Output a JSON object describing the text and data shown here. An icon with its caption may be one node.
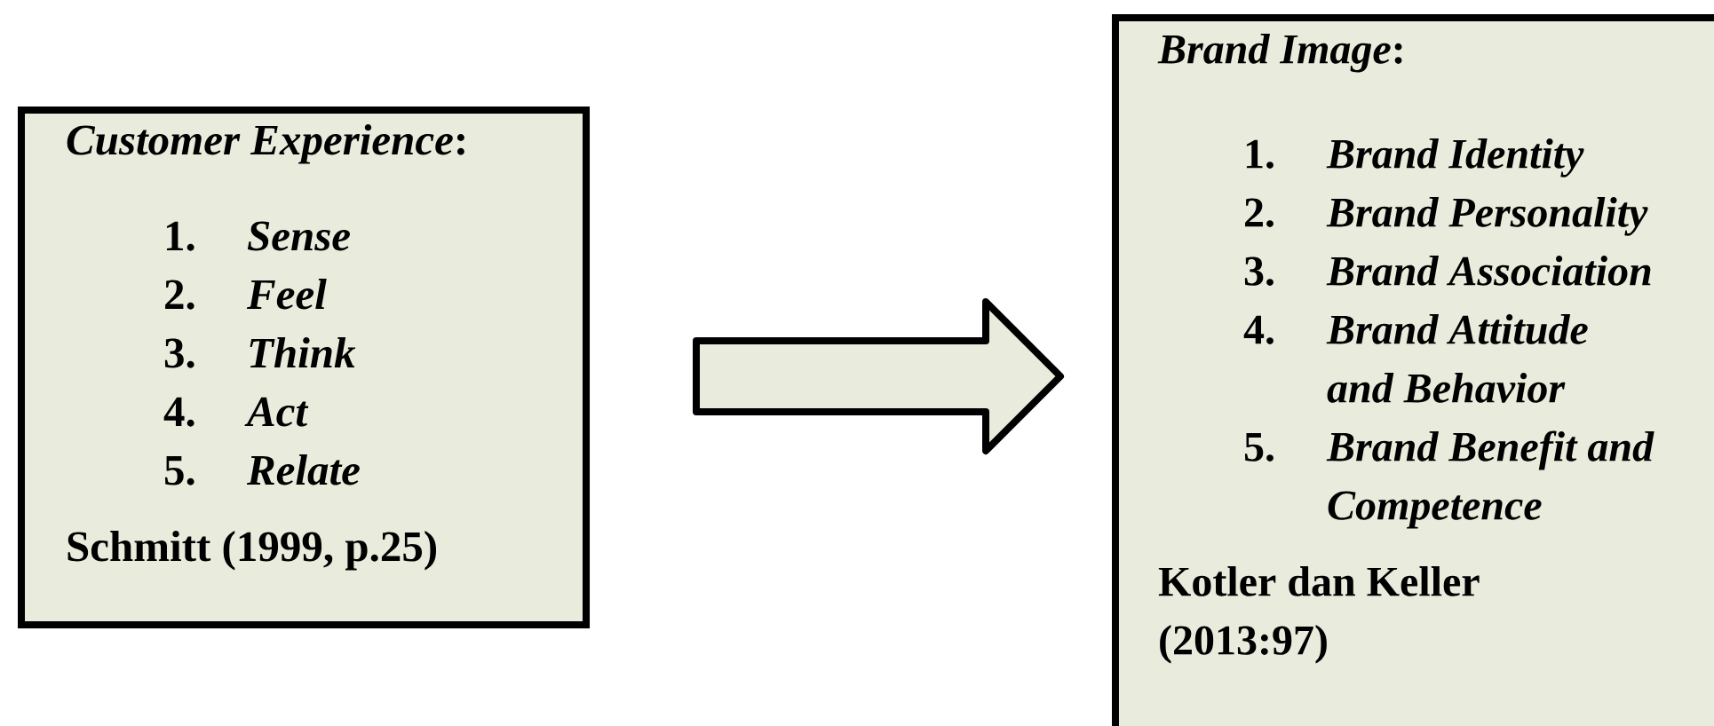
{
  "diagram": {
    "nodes": [
      {
        "text": [
          "*Customer Experience*:",
          "1.",
          "Sense",
          "2.",
          "Feel",
          "3.",
          "Think",
          "4.",
          "Act",
          "5.",
          "Relate",
          "Schmitt (1999, p.25)"
        ]
      },
      {
        "text": [
          "*Brand Image*:",
          "1.",
          "Brand Identity",
          "2.",
          "Brand Personality",
          "3.",
          "Brand Association",
          "4.",
          "Brand Attitude and Behavior",
          "5.",
          "Brand Benefit and Competence",
          "Kotler dan Keller (2013:97)"
        ]
      }
    ],
    "edges": [
      {
        "from": 0,
        "to": 1,
        "arrow": "to"
      }
    ]
  }
}
